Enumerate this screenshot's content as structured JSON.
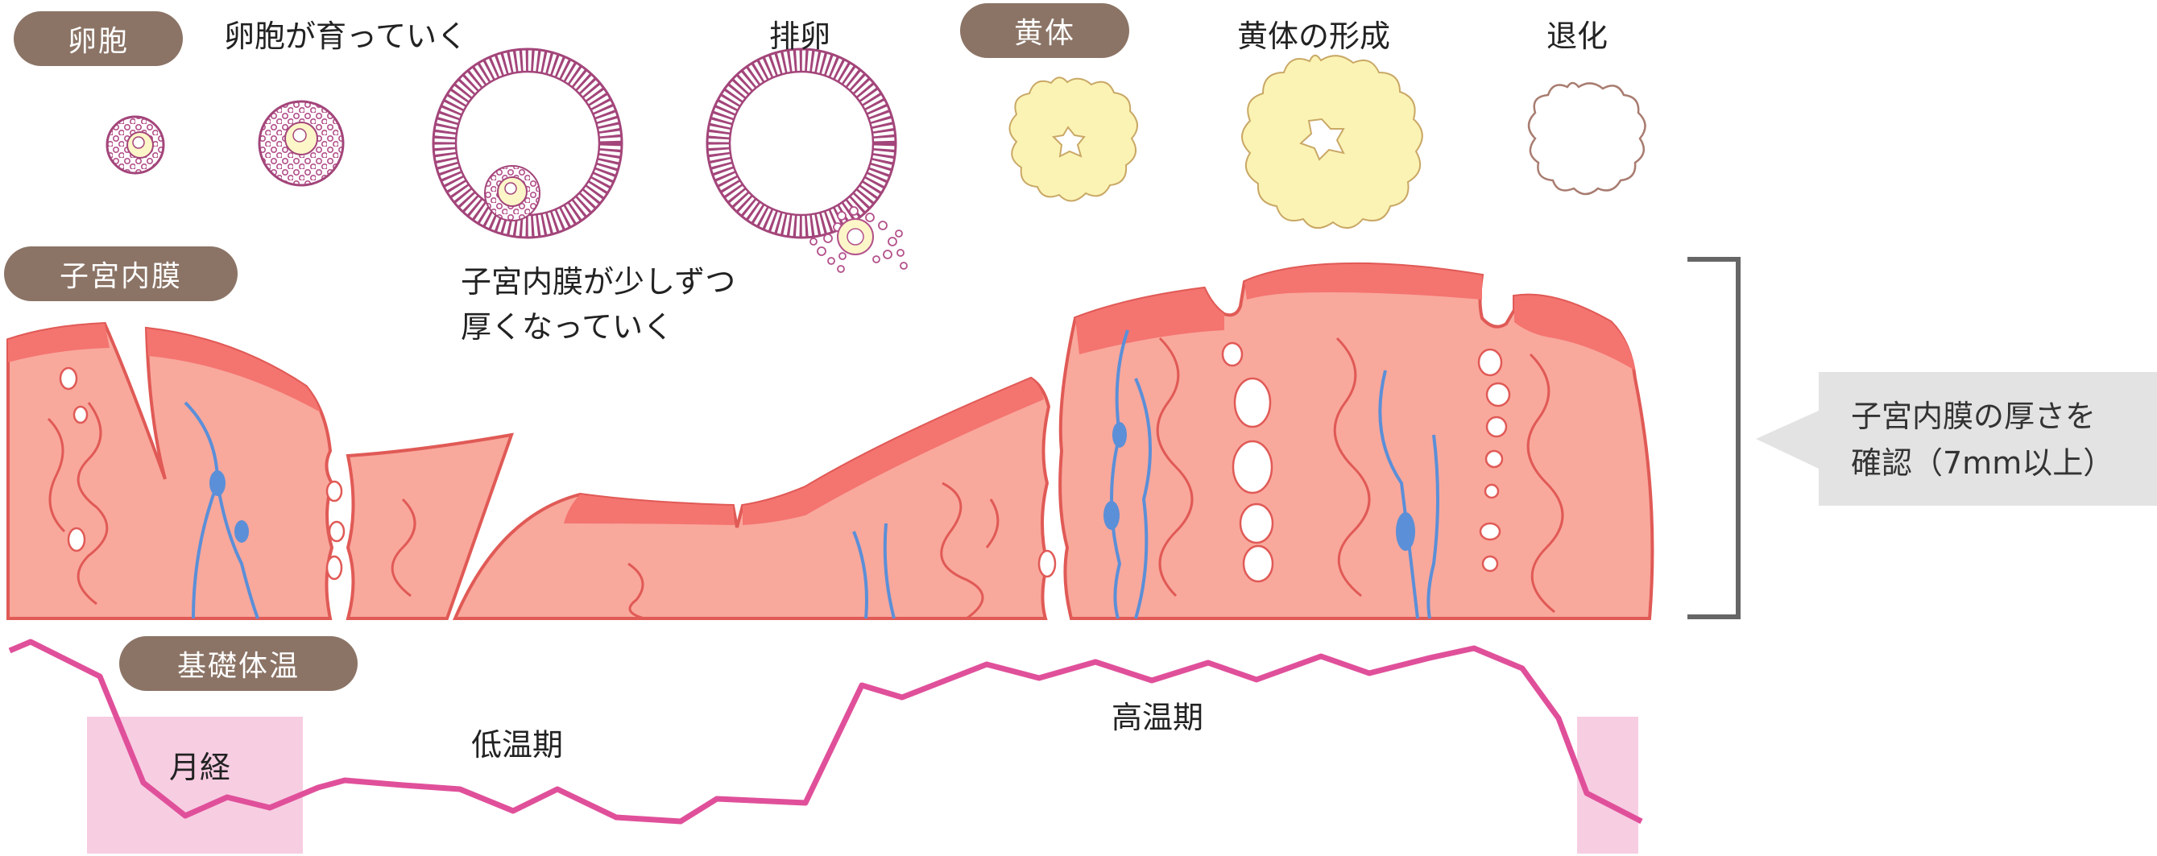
{
  "sections": {
    "oocyte": "卵胞",
    "corpus_luteum": "黄体",
    "endometrium": "子宮内膜",
    "bbt": "基礎体温"
  },
  "stages": {
    "growing": "卵胞が育っていく",
    "ovulation": "排卵",
    "formation": "黄体の形成",
    "regression": "退化"
  },
  "endometrium_note": {
    "line1": "子宮内膜が少しずつ",
    "line2": "厚くなっていく"
  },
  "callout": {
    "line1": "子宮内膜の厚さを",
    "line2": "確認（7mm以上）"
  },
  "phases": {
    "menstruation": "月経",
    "low_temp": "低温期",
    "high_temp": "高温期"
  },
  "colors": {
    "pill": "#8b7466",
    "tissue": "#f9a89c",
    "tissue_edge": "#e05a56",
    "functional_layer": "#f47470",
    "vessel": "#5b8fd8",
    "follicle": "#a3457a",
    "corpus_luteum": "#fbf3b4",
    "bbt_line": "#e0509a",
    "menses": "#f7cde2",
    "bracket": "#666666"
  }
}
